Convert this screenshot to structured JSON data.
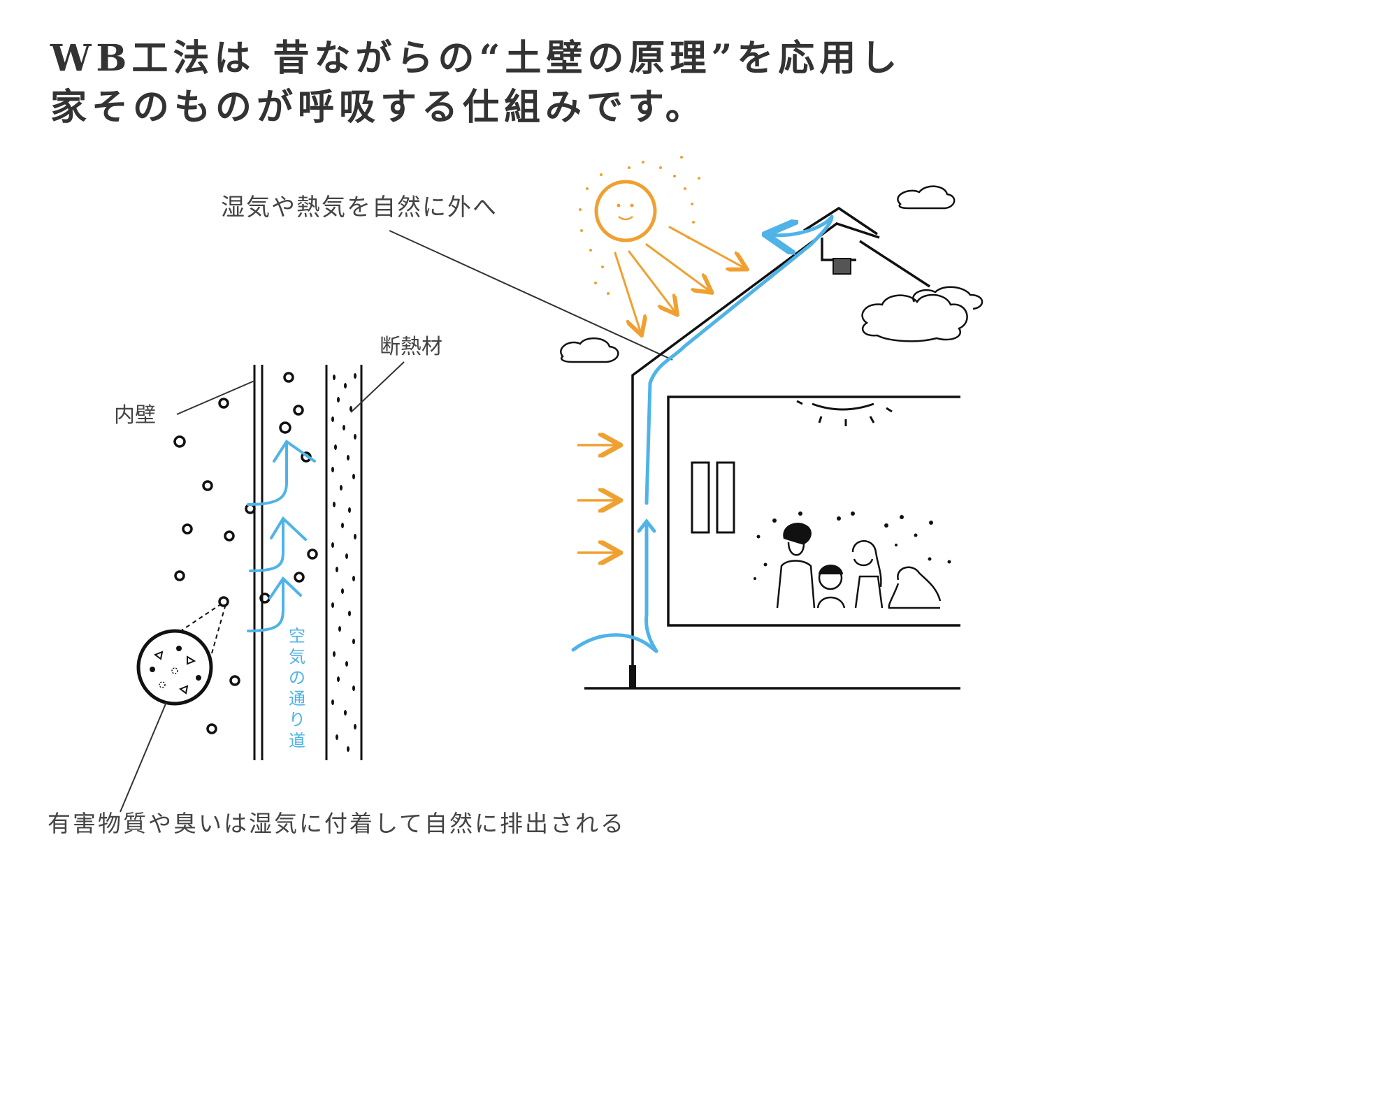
{
  "heading": {
    "line1": "WB工法は 昔ながらの“土壁の原理”を応用し",
    "line2": "家そのものが呼吸する仕組みです。"
  },
  "labels": {
    "moisture_out": "湿気や熱気を自然に外へ",
    "insulation": "断熱材",
    "inner_wall": "内壁",
    "air_path": "空気の通り道",
    "harmful_substances": "有害物質や臭いは湿気に付着して自然に排出される"
  },
  "colors": {
    "airflow": "#4fb3e8",
    "sun": "#f0a030",
    "ink": "#111111",
    "text": "#333333"
  },
  "icons": [
    "sun-icon",
    "cloud-icon",
    "family-illustration",
    "light-fixture-icon",
    "vent-icon"
  ]
}
